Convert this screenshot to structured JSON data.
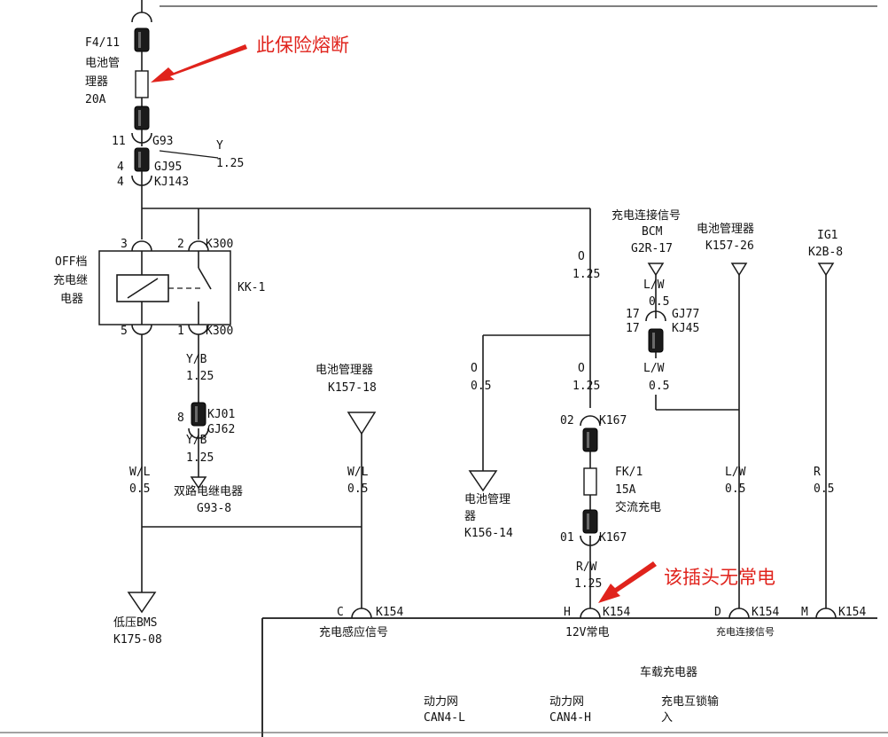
{
  "annotations": {
    "fuse_blown": "此保险熔断",
    "no_power": "该插头无常电"
  },
  "fuse_top": {
    "id": "F4/11",
    "name_line1": "电池管",
    "name_line2": "理器",
    "rating": "20A"
  },
  "wire_top": {
    "pin_upper": "11",
    "conn_upper": "G93",
    "color": "Y",
    "gauge": "1.25",
    "pin_lower_a": "4",
    "pin_lower_b": "4",
    "conn_lower_a": "GJ95",
    "conn_lower_b": "KJ143"
  },
  "relay": {
    "name_line1": "OFF档",
    "name_line2": "充电继",
    "name_line3": "电器",
    "id": "KK-1",
    "pin3": "3",
    "pin2": "2",
    "pin2_conn": "K300",
    "pin5": "5",
    "pin1": "1",
    "pin1_conn": "K300"
  },
  "wire_relay_out": {
    "color": "Y/B",
    "gauge": "1.25",
    "pin": "8",
    "conn_a": "KJ01",
    "conn_b": "GJ62",
    "color2": "Y/B",
    "gauge2": "1.25",
    "dest_name": "双路电继电器",
    "dest_pin": "G93-8"
  },
  "wire_wl_left": {
    "color": "W/L",
    "gauge": "0.5"
  },
  "ground_bms": {
    "name": "低压BMS",
    "pin": "K175-08"
  },
  "bms_k157_18": {
    "name": "电池管理器",
    "pin": "K157-18",
    "color": "W/L",
    "gauge": "0.5"
  },
  "wire_o_top": {
    "color": "O",
    "gauge": "1.25"
  },
  "branch_k156": {
    "color": "O",
    "gauge": "0.5",
    "name_line1": "电池管理",
    "name_line2": "器",
    "pin": "K156-14"
  },
  "wire_o_mid": {
    "color": "O",
    "gauge": "1.25"
  },
  "fuse_fk": {
    "pin_upper": "02",
    "conn": "K167",
    "id": "FK/1",
    "rating": "15A",
    "name": "交流充电",
    "pin_lower": "01",
    "conn_lower": "K167"
  },
  "wire_rw": {
    "color": "R/W",
    "gauge": "1.25"
  },
  "bcm_signal": {
    "title": "充电连接信号",
    "name": "BCM",
    "pin": "G2R-17",
    "color": "L/W",
    "gauge": "0.5",
    "pin_a": "17",
    "pin_b": "17",
    "conn_a": "GJ77",
    "conn_b": "KJ45",
    "color2": "L/W",
    "gauge2": "0.5"
  },
  "bms_k157_26": {
    "name": "电池管理器",
    "pin": "K157-26",
    "color": "L/W",
    "gauge": "0.5"
  },
  "ig1": {
    "name": "IG1",
    "pin": "K2B-8",
    "color": "R",
    "gauge": "0.5"
  },
  "charger": {
    "title": "车载充电器",
    "pin_c": "C",
    "pin_c_conn": "K154",
    "pin_c_name": "充电感应信号",
    "pin_h": "H",
    "pin_h_conn": "K154",
    "pin_h_name": "12V常电",
    "pin_d": "D",
    "pin_d_conn": "K154",
    "pin_d_name": "充电连接信号",
    "pin_m": "M",
    "pin_m_conn": "K154",
    "can_l_line1": "动力网",
    "can_l_line2": "CAN4-L",
    "can_h_line1": "动力网",
    "can_h_line2": "CAN4-H",
    "interlock_line1": "充电互锁输",
    "interlock_line2": "入"
  }
}
